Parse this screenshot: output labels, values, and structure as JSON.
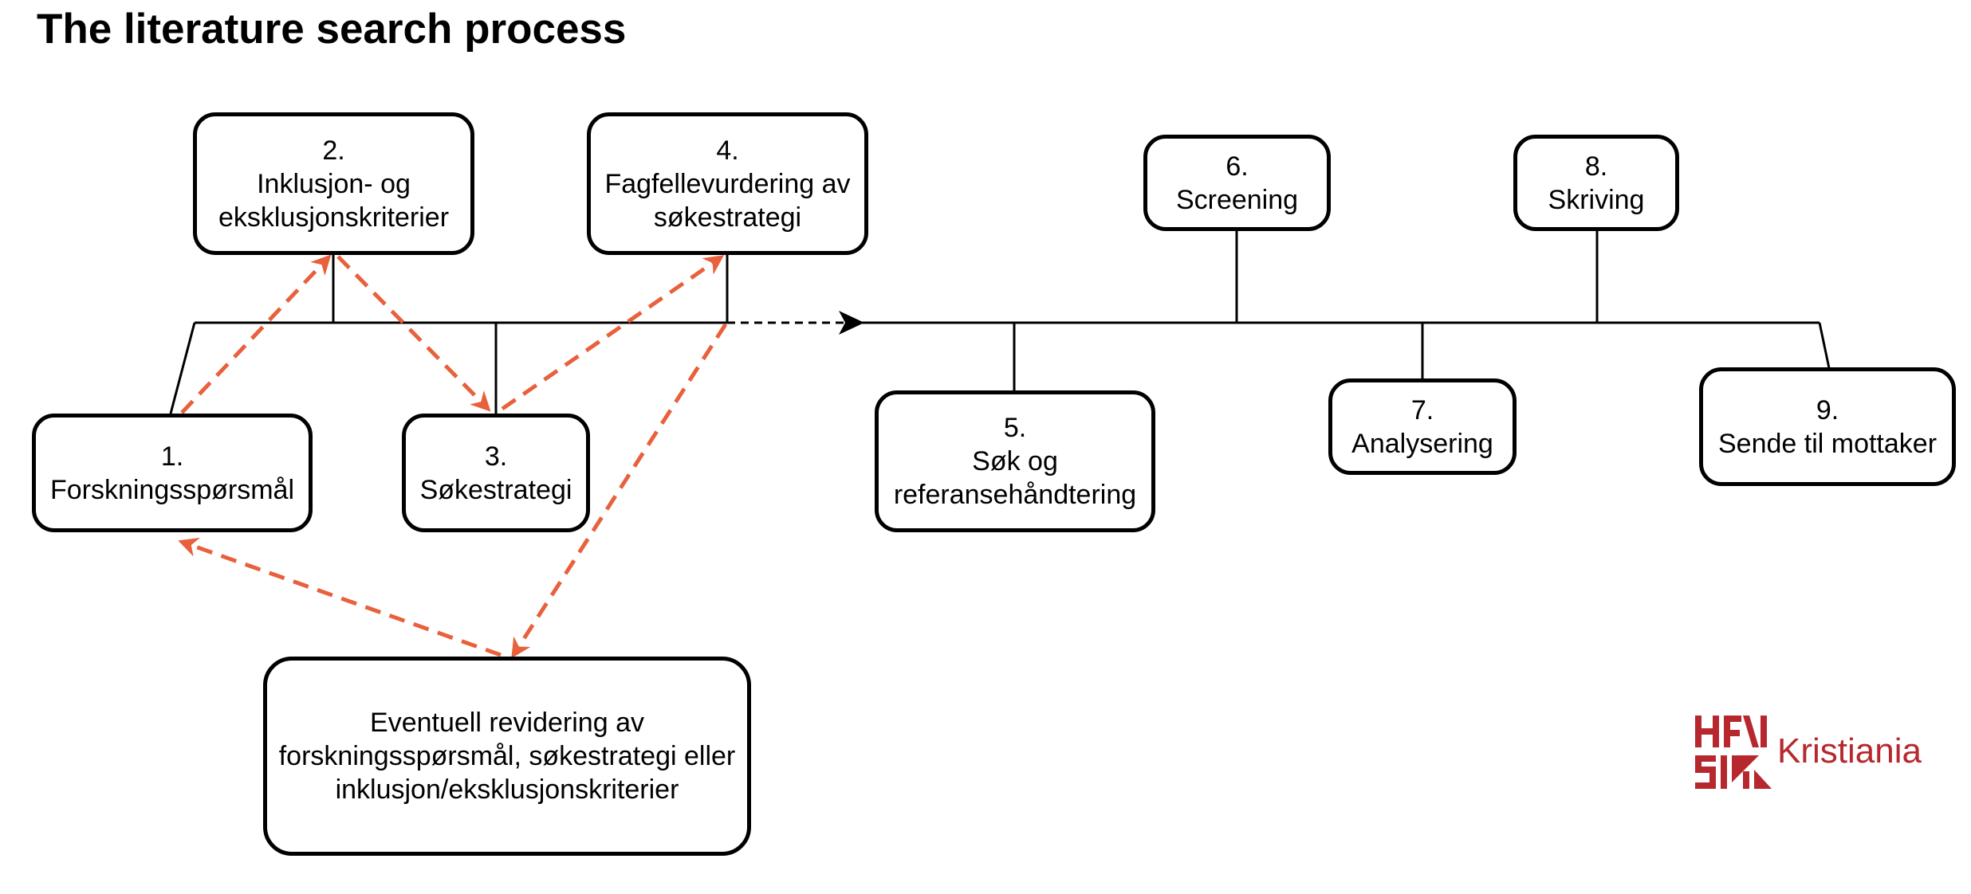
{
  "title": "The literature search process",
  "steps": {
    "s1": {
      "num": "1.",
      "label": "Forskningsspørsmål"
    },
    "s2": {
      "num": "2.",
      "line1": "Inklusjon- og",
      "line2": "eksklusjonskriterier"
    },
    "s3": {
      "num": "3.",
      "label": "Søkestrategi"
    },
    "s4": {
      "num": "4.",
      "line1": "Fagfellevurdering av",
      "line2": "søkestrategi"
    },
    "s5": {
      "num": "5.",
      "line1": "Søk og",
      "line2": "referansehåndtering"
    },
    "s6": {
      "num": "6.",
      "label": "Screening"
    },
    "s7": {
      "num": "7.",
      "label": "Analysering"
    },
    "s8": {
      "num": "8.",
      "label": "Skriving"
    },
    "s9": {
      "num": "9.",
      "label": "Sende til mottaker"
    }
  },
  "revision": {
    "line1": "Eventuell revidering av",
    "line2": "forskningsspørsmål, søkestrategi eller",
    "line3": "inklusjon/eksklusjonskriterier"
  },
  "logo": {
    "text": "Kristiania"
  },
  "colors": {
    "line": "#000000",
    "accent_arrow": "#e8603c",
    "logo": "#b7282e"
  }
}
